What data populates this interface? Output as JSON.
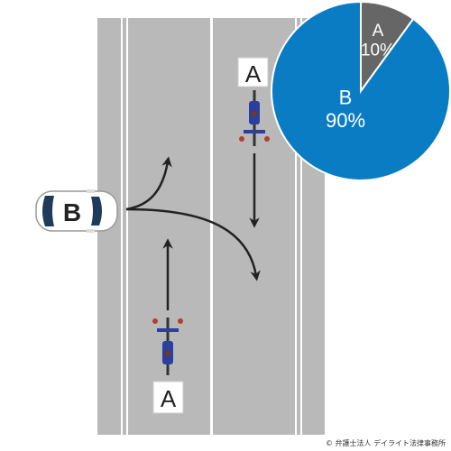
{
  "colors": {
    "road": "#b9b9b9",
    "lane_line": "#ffffff",
    "arrow": "#222222",
    "motorcycle": "#2d3f9c",
    "car": "#ffffff",
    "pie_b": "#0a7cc4",
    "pie_a": "#666666"
  },
  "labels": {
    "bike_top": "A",
    "bike_bottom": "A",
    "car": "B"
  },
  "chart_data": {
    "type": "pie",
    "slices": [
      {
        "label": "A",
        "value": 10,
        "text": "10%",
        "color": "#666666"
      },
      {
        "label": "B",
        "value": 90,
        "text": "90%",
        "color": "#0a7cc4"
      }
    ]
  },
  "copyright": "© 弁護士法人 デイライト法律事務所"
}
